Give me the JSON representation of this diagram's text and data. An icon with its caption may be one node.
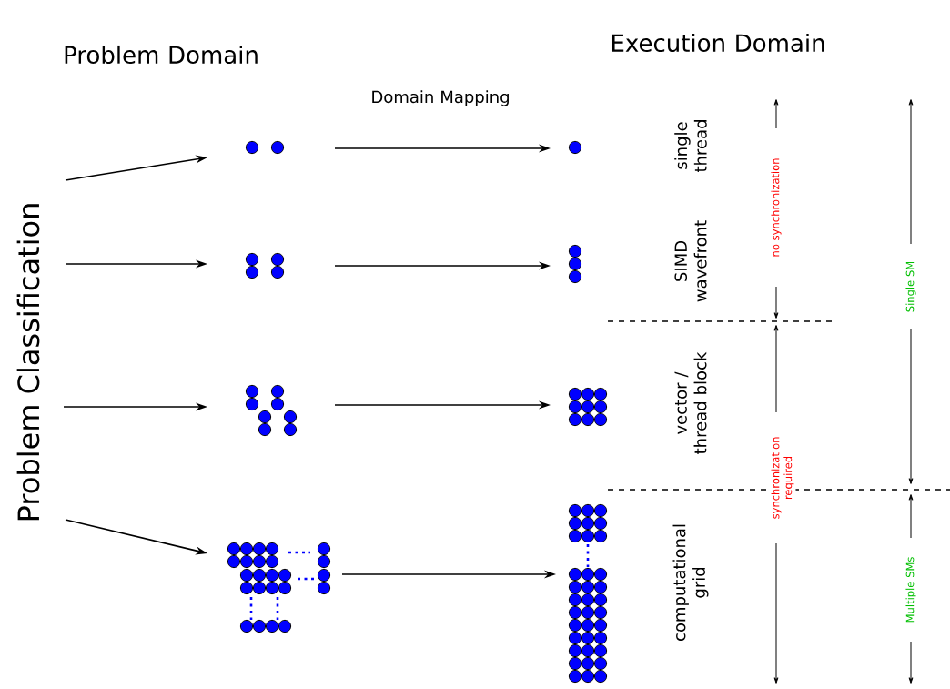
{
  "diagram": {
    "nodes": [
      {
        "text": [
          "Problem Classification"
        ]
      },
      {
        "text": [],
        "shape": "dots"
      },
      {
        "text": [],
        "shape": "dots"
      },
      {
        "text": [],
        "shape": "dots"
      },
      {
        "text": [],
        "shape": "dots"
      },
      {
        "text": [],
        "shape": "dots"
      },
      {
        "text": [],
        "shape": "dots"
      },
      {
        "text": [],
        "shape": "dots"
      },
      {
        "text": [],
        "shape": "dots"
      }
    ],
    "edges": [
      {
        "from": 0,
        "to": 1,
        "arrow": "to"
      },
      {
        "from": 0,
        "to": 2,
        "arrow": "to"
      },
      {
        "from": 0,
        "to": 3,
        "arrow": "to"
      },
      {
        "from": 0,
        "to": 4,
        "arrow": "to"
      },
      {
        "from": 1,
        "to": 5,
        "arrow": "to"
      },
      {
        "from": 2,
        "to": 6,
        "arrow": "to"
      },
      {
        "from": 3,
        "to": 7,
        "arrow": "to"
      },
      {
        "from": 4,
        "to": 8,
        "arrow": "to"
      }
    ],
    "labels": [
      "Problem Domain",
      "Domain Mapping",
      "Execution Domain",
      "single thread",
      "SIMD wavefront",
      "vector / thread block",
      "computational grid",
      "no synchronization",
      "synchronization required",
      "Single SM",
      "Multiple SMs"
    ]
  }
}
